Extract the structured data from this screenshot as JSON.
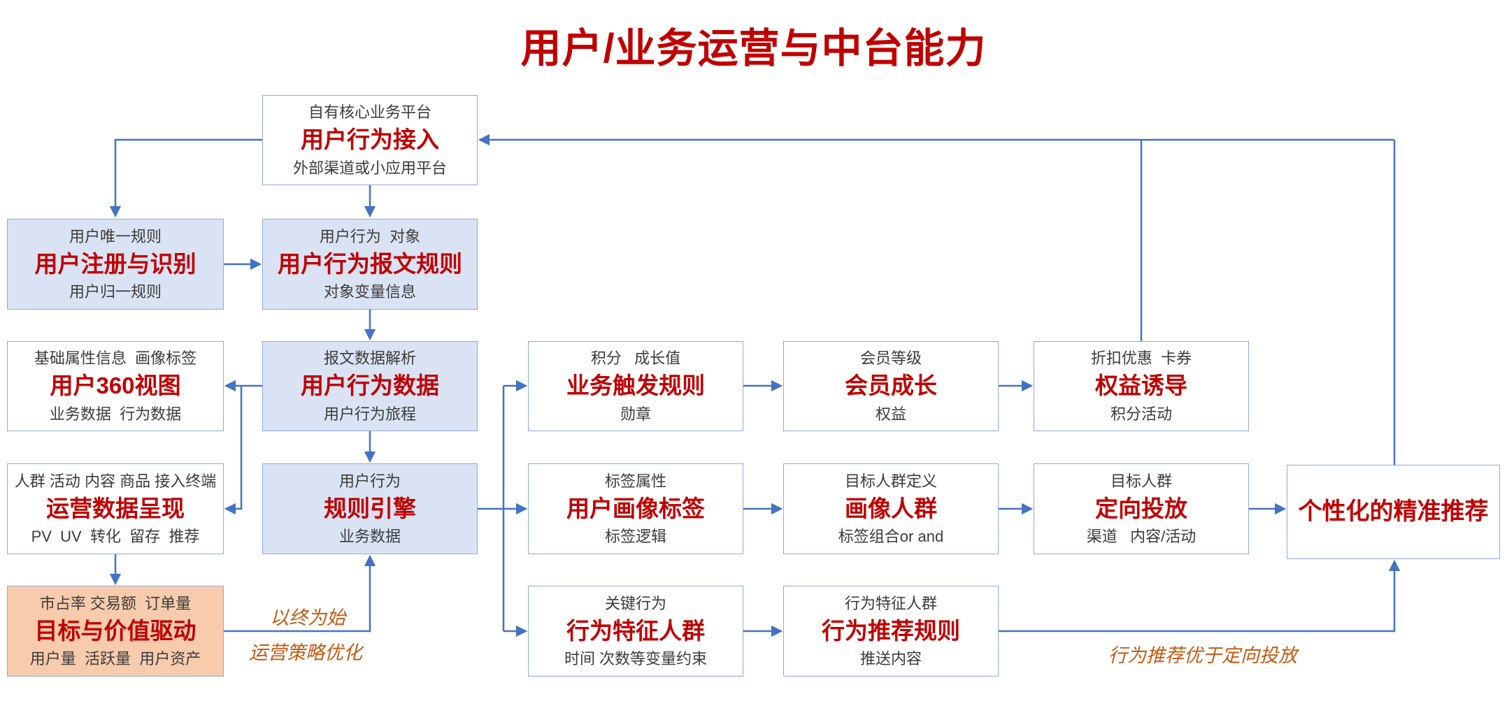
{
  "title": "用户/业务运营与中台能力",
  "colors": {
    "accent_blue": "#4472c4",
    "box_border": "#8faadc",
    "light_blue_fill": "#dae3f3",
    "orange_fill": "#f8cbad",
    "red_text": "#c00000",
    "dark_text": "#3b3b3b",
    "annotation_brown": "#c55a11"
  },
  "boxes": {
    "user_access": {
      "top": "自有核心业务平台",
      "main": "用户行为接入",
      "bottom": "外部渠道或小应用平台"
    },
    "user_register": {
      "top": "用户唯一规则",
      "main": "用户注册与识别",
      "bottom": "用户归一规则"
    },
    "behavior_message_rule": {
      "top": "用户行为  对象",
      "main": "用户行为报文规则",
      "bottom": "对象变量信息"
    },
    "user_360": {
      "top": "基础属性信息  画像标签",
      "main": "用户360视图",
      "bottom": "业务数据  行为数据"
    },
    "behavior_data": {
      "top": "报文数据解析",
      "main": "用户行为数据",
      "bottom": "用户行为旅程"
    },
    "ops_data": {
      "top": "人群 活动 内容 商品 接入终端",
      "main": "运营数据呈现",
      "bottom": "PV  UV  转化  留存  推荐"
    },
    "rule_engine": {
      "top": "用户行为",
      "main": "规则引擎",
      "bottom": "业务数据"
    },
    "goal_value": {
      "top": "市占率 交易额  订单量",
      "main": "目标与价值驱动",
      "bottom": "用户量  活跃量  用户资产"
    },
    "biz_trigger": {
      "top": "积分   成长值",
      "main": "业务触发规则",
      "bottom": "勋章"
    },
    "member_growth": {
      "top": "会员等级",
      "main": "会员成长",
      "bottom": "权益"
    },
    "benefit_induce": {
      "top": "折扣优惠  卡券",
      "main": "权益诱导",
      "bottom": "积分活动"
    },
    "persona_tag": {
      "top": "标签属性",
      "main": "用户画像标签",
      "bottom": "标签逻辑"
    },
    "persona_crowd": {
      "top": "目标人群定义",
      "main": "画像人群",
      "bottom": "标签组合or and"
    },
    "targeted_delivery": {
      "top": "目标人群",
      "main": "定向投放",
      "bottom": "渠道   内容/活动"
    },
    "personalized_reco": {
      "main": "个性化的精准推荐"
    },
    "behavior_crowd": {
      "top": "关键行为",
      "main": "行为特征人群",
      "bottom": "时间 次数等变量约束"
    },
    "behavior_reco_rule": {
      "top": "行为特征人群",
      "main": "行为推荐规则",
      "bottom": "推送内容"
    }
  },
  "annotations": {
    "start_with_end": "以终为始",
    "ops_strategy": "运营策略优化",
    "behavior_over_targeted": "行为推荐优于定向投放"
  }
}
